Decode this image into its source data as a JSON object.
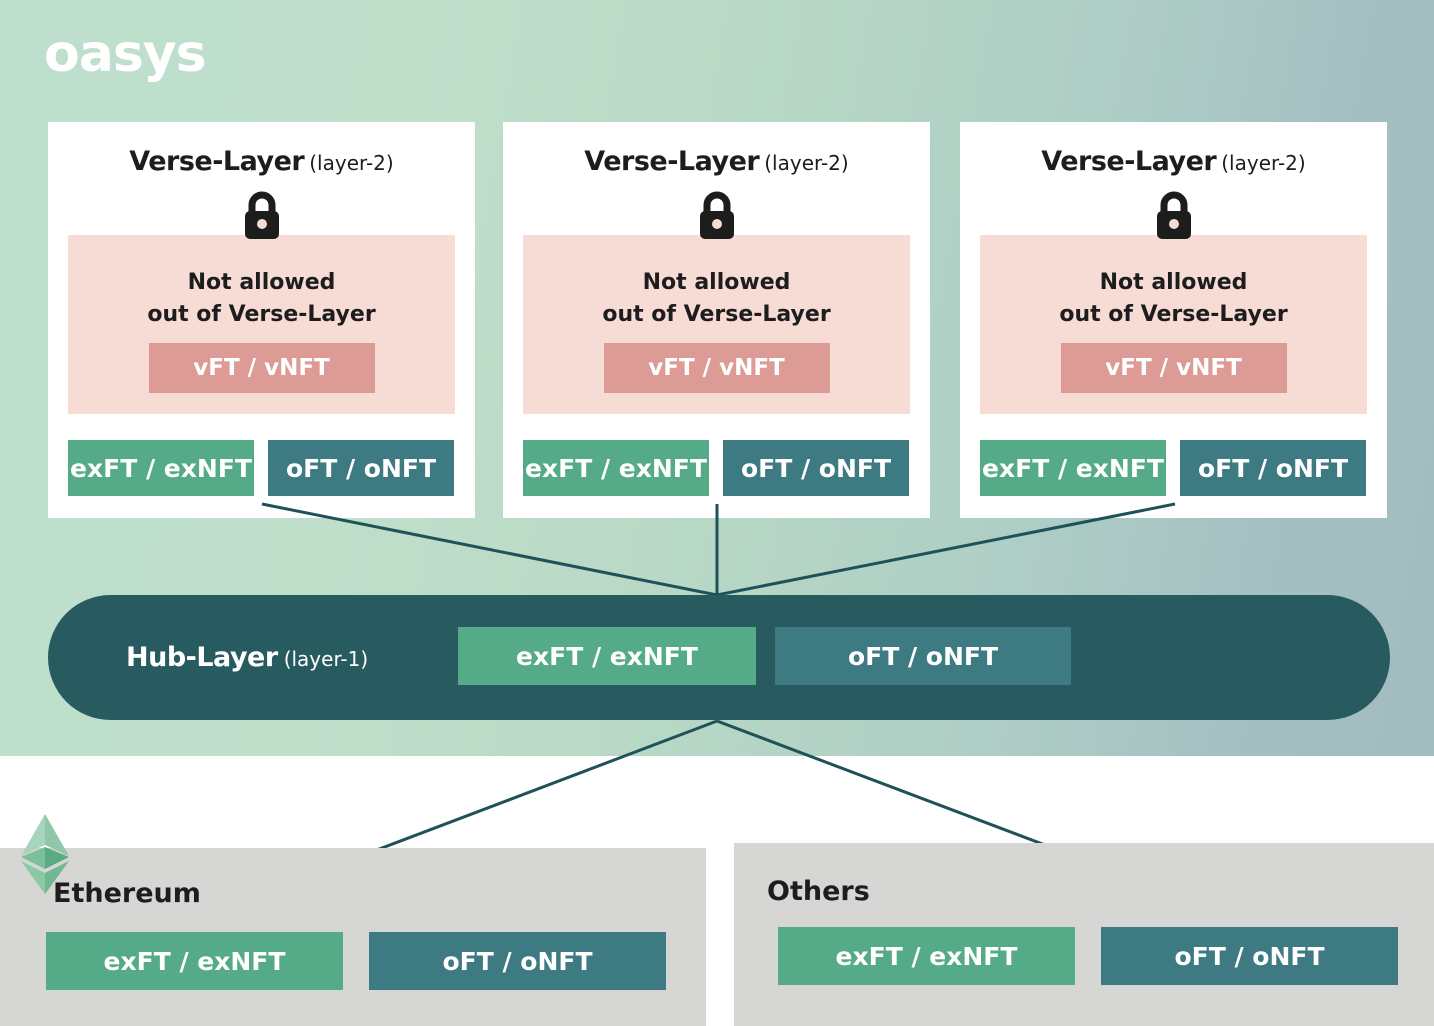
{
  "brand": {
    "name": "oasys",
    "background_gradient_from": "#bedfcd",
    "background_gradient_to": "#a2bcc0"
  },
  "colors": {
    "hub_pill": "#275b60",
    "badge_ex": "#55ab88",
    "badge_o": "#3d7a82",
    "badge_v": "#dd9b96",
    "restricted_panel": "#f7dcd5",
    "chain_panel": "#d6d6d4",
    "connector_line": "#1f5159",
    "card_bg": "#ffffff",
    "text_dark": "#1d1d1d"
  },
  "verse_layers": [
    {
      "title": "Verse-Layer",
      "subtitle": "(layer-2)",
      "lock_icon": "lock-icon",
      "restricted_line1": "Not allowed",
      "restricted_line2": "out of Verse-Layer",
      "restricted_badge": "vFT / vNFT",
      "badges": [
        {
          "label": "exFT / exNFT",
          "kind": "ex"
        },
        {
          "label": "oFT / oNFT",
          "kind": "o"
        }
      ]
    },
    {
      "title": "Verse-Layer",
      "subtitle": "(layer-2)",
      "lock_icon": "lock-icon",
      "restricted_line1": "Not allowed",
      "restricted_line2": "out of Verse-Layer",
      "restricted_badge": "vFT / vNFT",
      "badges": [
        {
          "label": "exFT / exNFT",
          "kind": "ex"
        },
        {
          "label": "oFT / oNFT",
          "kind": "o"
        }
      ]
    },
    {
      "title": "Verse-Layer",
      "subtitle": "(layer-2)",
      "lock_icon": "lock-icon",
      "restricted_line1": "Not allowed",
      "restricted_line2": "out of Verse-Layer",
      "restricted_badge": "vFT / vNFT",
      "badges": [
        {
          "label": "exFT / exNFT",
          "kind": "ex"
        },
        {
          "label": "oFT / oNFT",
          "kind": "o"
        }
      ]
    }
  ],
  "hub_layer": {
    "title": "Hub-Layer",
    "subtitle": "(layer-1)",
    "badges": [
      {
        "label": "exFT / exNFT",
        "kind": "ex"
      },
      {
        "label": "oFT / oNFT",
        "kind": "o"
      }
    ]
  },
  "external_chains": [
    {
      "name": "Ethereum",
      "logo_icon": "ethereum-logo-icon",
      "badges": [
        {
          "label": "exFT / exNFT",
          "kind": "ex"
        },
        {
          "label": "oFT / oNFT",
          "kind": "o"
        }
      ]
    },
    {
      "name": "Others",
      "logo_icon": null,
      "badges": [
        {
          "label": "exFT / exNFT",
          "kind": "ex"
        },
        {
          "label": "oFT / oNFT",
          "kind": "o"
        }
      ]
    }
  ]
}
